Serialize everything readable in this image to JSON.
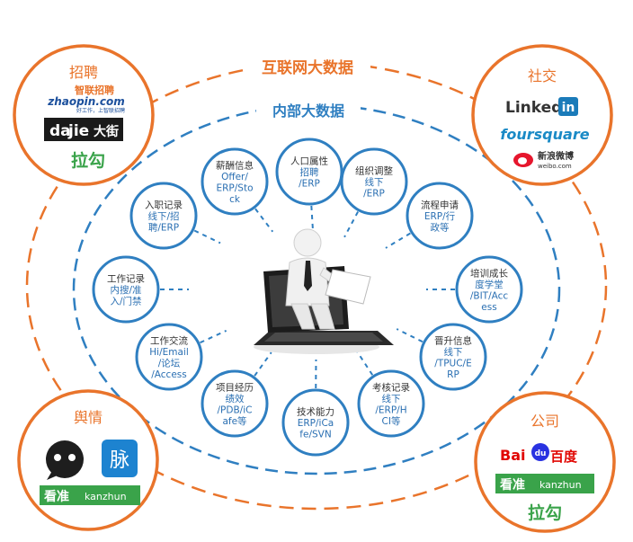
{
  "outer_title": "互联网大数据",
  "inner_title": "内部大数据",
  "nodes": [
    {
      "id": "population",
      "title": "人口属性",
      "lines": [
        "招聘",
        "/ERP"
      ]
    },
    {
      "id": "org",
      "title": "组织调整",
      "lines": [
        "线下",
        "/ERP"
      ]
    },
    {
      "id": "process",
      "title": "流程申请",
      "lines": [
        "ERP/行",
        "政等"
      ]
    },
    {
      "id": "training",
      "title": "培训成长",
      "lines": [
        "度学堂",
        "/BIT/Acc",
        "ess"
      ]
    },
    {
      "id": "promotion",
      "title": "晋升信息",
      "lines": [
        "线下",
        "/TPUC/E",
        "RP"
      ]
    },
    {
      "id": "assessment",
      "title": "考核记录",
      "lines": [
        "线下",
        "/ERP/H",
        "CI等"
      ]
    },
    {
      "id": "tech",
      "title": "技术能力",
      "lines": [
        "ERP/iCa",
        "fe/SVN"
      ]
    },
    {
      "id": "project",
      "title": "项目经历",
      "lines": [
        "绩效",
        "/PDB/iC",
        "afe等"
      ]
    },
    {
      "id": "communication",
      "title": "工作交流",
      "lines": [
        "Hi/Email",
        "/论坛",
        "/Access"
      ]
    },
    {
      "id": "work-record",
      "title": "工作记录",
      "lines": [
        "内搜/准",
        "入/门禁"
      ]
    },
    {
      "id": "onboarding",
      "title": "入职记录",
      "lines": [
        "线下/招",
        "聘/ERP"
      ]
    },
    {
      "id": "salary",
      "title": "薪酬信息",
      "lines": [
        "Offer/",
        "ERP/Sto",
        "ck"
      ]
    }
  ],
  "corners": {
    "recruit": {
      "title": "招聘",
      "zhaopin": "zhaopin.com",
      "zhaopin_cn": "智联招聘",
      "zhaopin_slogan": "好工作，上智联招聘",
      "dajie_a": "da",
      "dajie_b": "jie",
      "dajie_cn": "大街",
      "lagou": "拉勾"
    },
    "social": {
      "title": "社交",
      "linkedin": "Linked",
      "linkedin_in": "in",
      "foursquare": "foursquare",
      "weibo_cn": "新浪微博",
      "weibo_url": "weibo.com"
    },
    "opinion": {
      "title": "舆情",
      "maimai": "脉",
      "kanzhun_cn": "看准",
      "kanzhun_en": "kanzhun"
    },
    "company": {
      "title": "公司",
      "baidu_a": "Bai",
      "baidu_du": "du",
      "baidu_cn": "百度",
      "kanzhun_cn": "看准",
      "kanzhun_en": "kanzhun",
      "lagou": "拉勾"
    }
  },
  "colors": {
    "orange": "#e9742b",
    "blue": "#2f7fc1",
    "green": "#3aa34a"
  }
}
